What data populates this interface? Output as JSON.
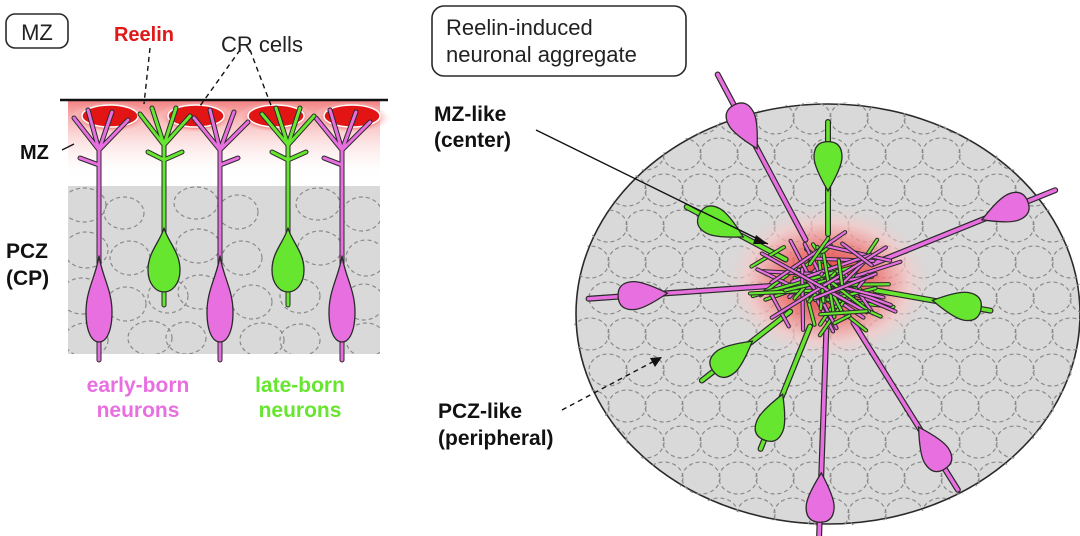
{
  "left_panel": {
    "badge": "MZ",
    "reelin_label": "Reelin",
    "cr_cells_label": "CR cells",
    "mz_label": "MZ",
    "pcz_label": "PCZ",
    "cp_label": "(CP)",
    "early_born_line1": "early-born",
    "early_born_line2": "neurons",
    "late_born_line1": "late-born",
    "late_born_line2": "neurons"
  },
  "right_panel": {
    "badge_line1": "Reelin-induced",
    "badge_line2": "neuronal aggregate",
    "mz_like_line1": "MZ-like",
    "mz_like_line2": "(center)",
    "pcz_like_line1": "PCZ-like",
    "pcz_like_line2": "(peripheral)"
  },
  "colors": {
    "early_born": "#e86fe0",
    "late_born": "#66e62e",
    "reelin": "#e01010",
    "reelin_label": "#e01818",
    "cell_background": "#d9d9d9",
    "outline": "#2a2a2a"
  }
}
